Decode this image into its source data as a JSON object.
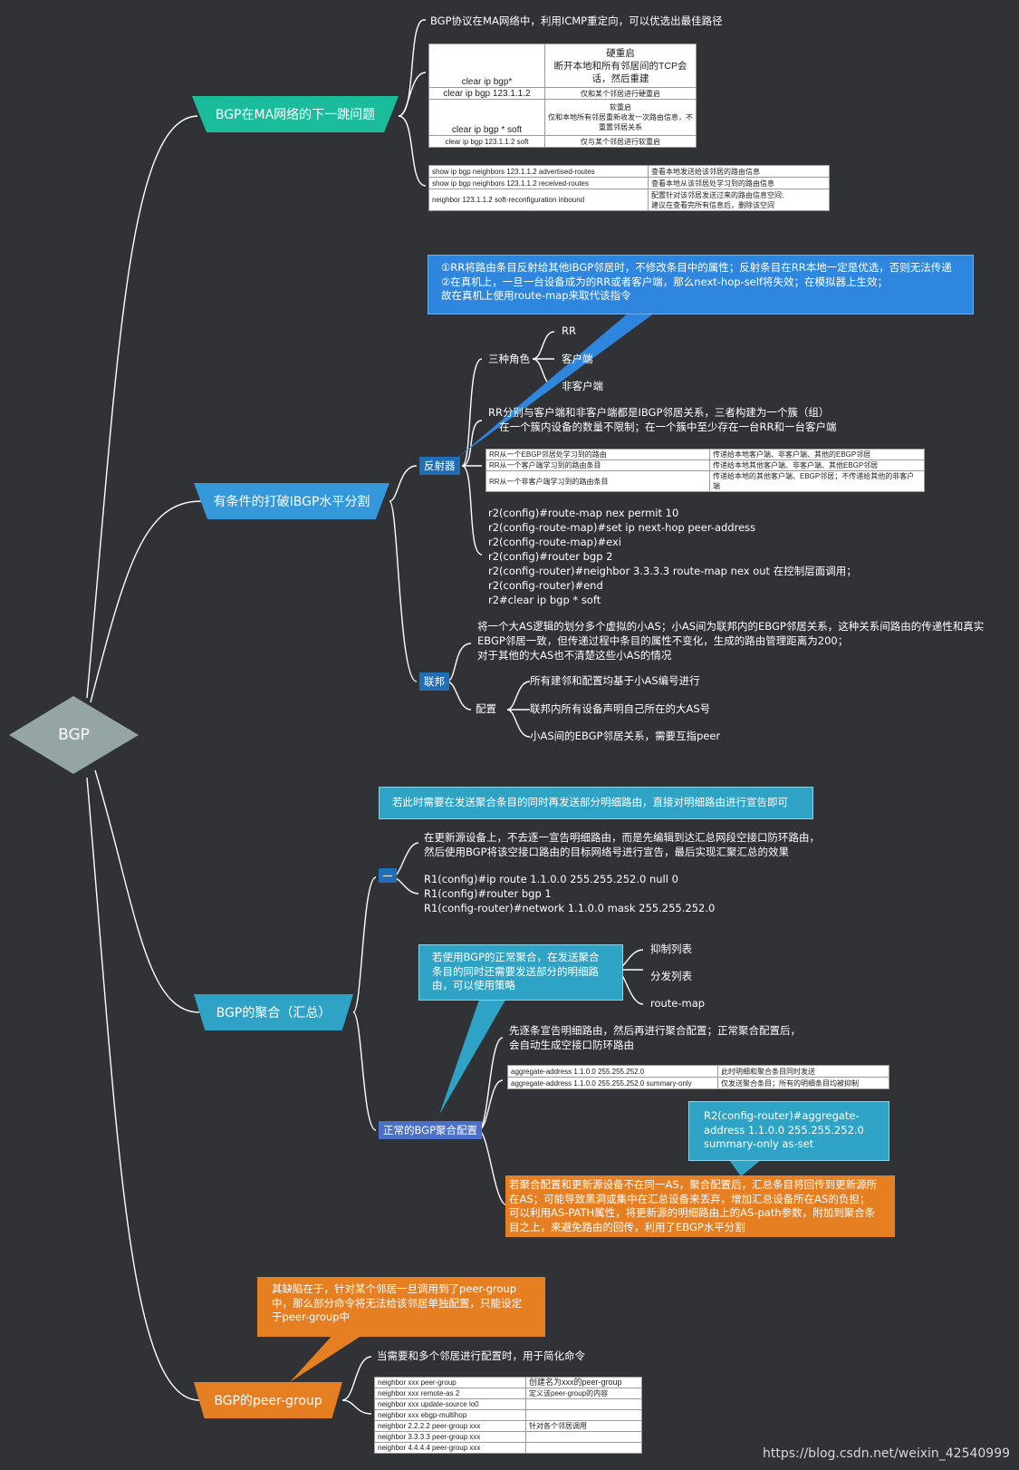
{
  "root": {
    "label": "BGP"
  },
  "colors": {
    "background": "#303236",
    "root": "#95a5a6",
    "teal": "#1abc9c",
    "blue": "#3498db",
    "cyan": "#2fa3c5",
    "orange": "#e67e22"
  },
  "branch1": {
    "title": "BGP在MA网络的下一跳问题",
    "note": "BGP协议在MA网络中，利用ICMP重定向，可以优选出最佳路径",
    "table1": [
      [
        "clear ip bgp*",
        "硬重启\n断开本地和所有邻居间的TCP会话，然后重建"
      ],
      [
        "clear ip bgp 123.1.1.2",
        "仅和某个邻居进行硬重启"
      ],
      [
        "clear ip bgp * soft",
        "软重启\n仅和本地所有邻居重新收发一次路由信息，不重置邻居关系"
      ],
      [
        "clear ip bgp 123.1.1.2 soft",
        "仅与某个邻居进行软重启"
      ]
    ],
    "table2": [
      [
        "show ip bgp neighbors 123.1.1.2 advertised-routes",
        "查看本地发送给该邻居的路由信息"
      ],
      [
        "show ip bgp neighbors 123.1.1.2 received-routes",
        "查看本地从该邻居处学习到的路由信息"
      ],
      [
        "neighbor 123.1.1.2 soft-reconfiguration inbound",
        "配置针对该邻居发送过来的路由信息空间;\n建议在查看完所有信息后，删除该空间"
      ]
    ]
  },
  "branch2": {
    "title": "有条件的打破IBGP水平分割",
    "callout": [
      "①RR将路由条目反射给其他IBGP邻居时，不修改条目中的属性；反射条目在RR本地一定是优选，否则无法传递",
      "②在真机上，一旦一台设备成为的RR或者客户端，那么next-hop-self将失效；在模拟器上生效；",
      "故在真机上使用route-map来取代该指令"
    ],
    "reflector": {
      "label": "反射器",
      "roles_label": "三种角色",
      "roles": [
        "RR",
        "客户端",
        "非客户端"
      ],
      "relation": [
        "RR分别与客户端和非客户端都是IBGP邻居关系，三者构建为一个簇（组）",
        "在一个簇内设备的数量不限制；在一个簇中至少存在一台RR和一台客户端"
      ],
      "table": [
        [
          "RR从一个EBGP邻居处学习到的路由",
          "传递给本地客户端、非客户端、其他的EBGP邻居"
        ],
        [
          "RR从一个客户端学习到的路由条目",
          "传递给本地其他客户端、非客户端、其他EBGP邻居"
        ],
        [
          "RR从一个非客户端学习到的路由条目",
          "传递给本地的其他客户端、EBGP邻居；不传递给其他的非客户端"
        ]
      ],
      "commands": [
        "r2(config)#route-map nex permit 10",
        "r2(config-route-map)#set ip next-hop peer-address",
        "r2(config-route-map)#exi",
        "r2(config)#router bgp 2",
        "r2(config-router)#neighbor 3.3.3.3 route-map nex out    在控制层面调用；",
        "r2(config-router)#end",
        "r2#clear ip bgp * soft"
      ]
    },
    "confed": {
      "label": "联邦",
      "desc": [
        "将一个大AS逻辑的划分多个虚拟的小AS；小AS间为联邦内的EBGP邻居关系，这种关系间路由的传递性和真实",
        "EBGP邻居一致，但传递过程中条目的属性不变化，生成的路由管理距离为200；",
        "对于其他的大AS也不清楚这些小AS的情况"
      ],
      "config_label": "配置",
      "config": [
        "所有建邻和配置均基于小AS编号进行",
        "联邦内所有设备声明自己所在的大AS号",
        "小AS间的EBGP邻居关系，需要互指peer"
      ]
    }
  },
  "branch3": {
    "title": "BGP的聚合（汇总）",
    "callout1": "若此时需要在发送聚合条目的同时再发送部分明细路由，直接对明细路由进行宣告即可",
    "sub1": {
      "label": "一",
      "desc": [
        "在更新源设备上，不去逐一宣告明细路由，而是先编辑到达汇总网段空接口防环路由，",
        "然后使用BGP将该空接口路由的目标网络号进行宣告，最后实现汇聚汇总的效果"
      ],
      "commands": [
        "R1(config)#ip route 1.1.0.0 255.255.252.0 null 0",
        "R1(config)#router bgp 1",
        "R1(config-router)#network 1.1.0.0 mask 255.255.252.0"
      ]
    },
    "callout2": [
      "若使用BGP的正常聚合，在发送聚合",
      "条目的同时还需要发送部分的明细路",
      "由，可以使用策略"
    ],
    "policies": [
      "抑制列表",
      "分发列表",
      "route-map"
    ],
    "sub2": {
      "label": "正常的BGP聚合配置",
      "desc": [
        "先逐条宣告明细路由，然后再进行聚合配置；正常聚合配置后，",
        "会自动生成空接口防环路由"
      ],
      "table": [
        [
          "aggregate-address 1.1.0.0 255.255.252.0",
          "此时明细和聚合条目同时发送"
        ],
        [
          "aggregate-address 1.1.0.0 255.255.252.0 summary-only",
          "仅发送聚合条目；所有的明细条目均被抑制"
        ]
      ],
      "callout3": [
        "R2(config-router)#aggregate-",
        "address 1.1.0.0 255.255.252.0",
        "summary-only as-set"
      ],
      "orange_note": [
        "若聚合配置和更新源设备不在同一AS，聚合配置后，汇总条目将回传到更新源所",
        "在AS；可能导致黑洞或集中在汇总设备来丢弃，增加汇总设备所在AS的负担；",
        "可以利用AS-PATH属性，将更新源的明细路由上的AS-path参数，附加到聚合条",
        "目之上，来避免路由的回传，利用了EBGP水平分割"
      ]
    }
  },
  "branch4": {
    "title": "BGP的peer-group",
    "callout": [
      "其缺陷在于，针对某个邻居一旦调用到了peer-group",
      "中，那么部分命令将无法给该邻居单独配置，只能设定",
      "于peer-group中"
    ],
    "note": "当需要和多个邻居进行配置时，用于简化命令",
    "table": [
      [
        "neighbor xxx peer-group",
        "创建名为xxx的peer-group"
      ],
      [
        "neighbor xxx remote-as 2",
        "定义该peer-group的内容"
      ],
      [
        "neighbor xxx update-source lo0",
        ""
      ],
      [
        "neighbor xxx ebgp-multihop",
        ""
      ],
      [
        "neighbor 2.2.2.2 peer-group xxx",
        "针对各个邻居调用"
      ],
      [
        "neighbor 3.3.3.3 peer-group xxx",
        ""
      ],
      [
        "neighbor 4.4.4.4 peer-group xxx",
        ""
      ]
    ]
  },
  "watermark": "https://blog.csdn.net/weixin_42540999"
}
